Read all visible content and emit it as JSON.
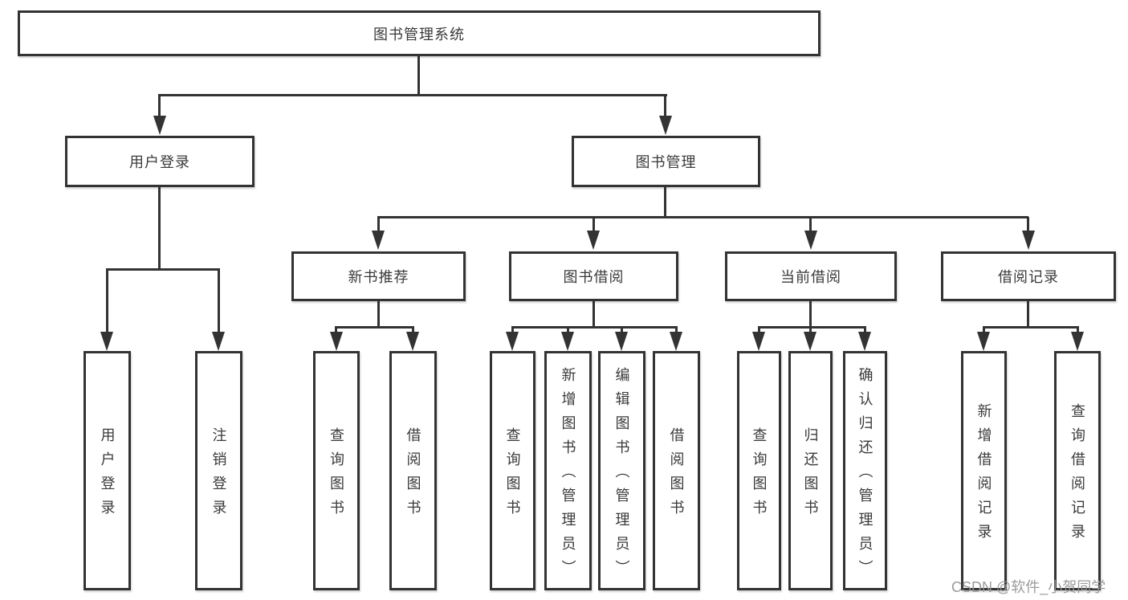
{
  "canvas": {
    "background": "#ffffff",
    "line_color": "#333333",
    "text_color": "#3a3a3a",
    "watermark_color": "#969696"
  },
  "root": {
    "label": "图书管理系统"
  },
  "level2": [
    {
      "label": "用户登录"
    },
    {
      "label": "图书管理"
    }
  ],
  "level3": [
    {
      "label": "新书推荐"
    },
    {
      "label": "图书借阅"
    },
    {
      "label": "当前借阅"
    },
    {
      "label": "借阅记录"
    }
  ],
  "leaves": {
    "user_login": [
      "用户登录",
      "注销登录"
    ],
    "new_book": [
      "查询图书",
      "借阅图书"
    ],
    "book_borrow": [
      "查询图书",
      "新增图书（管理员）",
      "编辑图书（管理员）",
      "借阅图书"
    ],
    "current_borrow": [
      "查询图书",
      "归还图书",
      "确认归还（管理员）"
    ],
    "borrow_records": [
      "新增借阅记录",
      "查询借阅记录"
    ]
  },
  "watermark": "CSDN @软件_小贺同学"
}
